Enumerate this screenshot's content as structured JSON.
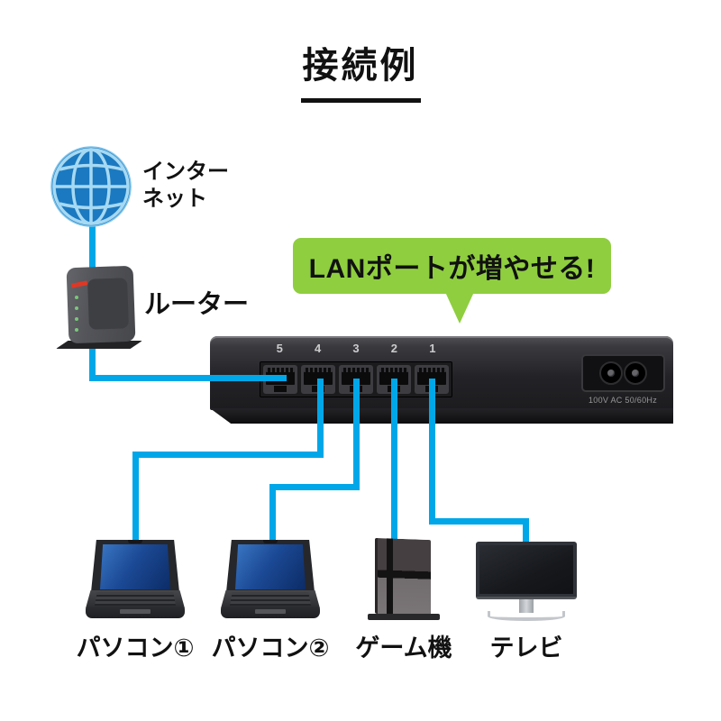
{
  "title": {
    "text": "接続例"
  },
  "internet": {
    "label_line1": "インター",
    "label_line2": "ネット"
  },
  "router": {
    "label": "ルーター"
  },
  "callout": {
    "text": "LANポートが増やせる!"
  },
  "switch": {
    "port_numbers": [
      "5",
      "4",
      "3",
      "2",
      "1"
    ],
    "power_text": "100V AC 50/60Hz"
  },
  "clients": [
    {
      "type": "laptop",
      "label": "パソコン①"
    },
    {
      "type": "laptop",
      "label": "パソコン②"
    },
    {
      "type": "game-console",
      "label": "ゲーム機"
    },
    {
      "type": "tv",
      "label": "テレビ"
    }
  ],
  "icons": {
    "internet": "globe-icon"
  },
  "colors": {
    "cable": "#00A7E8",
    "callout_green": "#8FCE3F",
    "globe_fill": "#1A79C0",
    "globe_grid": "#A6D9F2",
    "laptop_screen_blue": "#1C4A96",
    "text": "#111111"
  }
}
